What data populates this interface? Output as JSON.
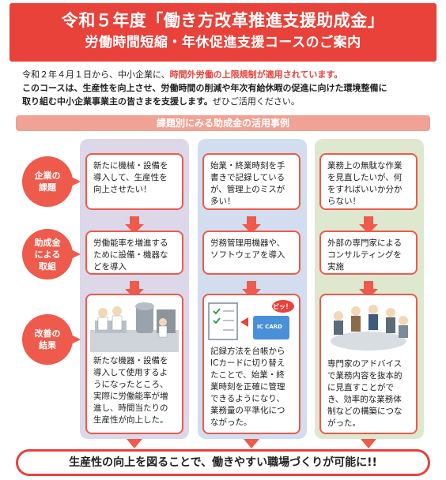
{
  "header": {
    "title": "令和５年度「働き方改革推進支援助成金」",
    "subtitle": "労働時間短縮・年休促進支援コースのご案内"
  },
  "intro": {
    "line1_prefix": "令和２年４月１日から、中小企業に、",
    "line1_highlight": "時間外労働の上限規制が適用されています。",
    "line2_bold": "このコースは、生産性を向上させ、労働時間の削減や年次有給休暇の促進に向けた環境整備に",
    "line3_bold": "取り組む中小企業事業主の皆さまを支援します。",
    "line3_suffix": "ぜひご活用ください。"
  },
  "section_title": "課題別にみる助成金の活用事例",
  "row_labels": {
    "issue": "企業の\n課題",
    "measure": "助成金\nによる\n取組",
    "result": "改善の\n結果"
  },
  "columns": [
    {
      "issue": "新たに機械・設備を導入して、生産性を向上させたい！",
      "measure": "労働能率を増進するために設備・機器などを導入",
      "result": "新たな機器・設備を導入して使用するようになったところ、実際に労働能率が増進し、時間当たりの生産性が向上した。"
    },
    {
      "issue": "始業・終業時刻を手書きで記録しているが、管理上のミスが多い！",
      "measure": "労務管理用機器や、ソフトウェアを導入",
      "result": "記録方法を台帳からICカードに切り替えたことで、始業・終業時刻を正確に管理できるようになり、業務量の平準化につながった。",
      "illus_bubble": "ピッ！",
      "illus_card": "IC CARD"
    },
    {
      "issue": "業務上の無駄な作業を見直したいが、何をすればいいか分からない！",
      "measure": "外部の専門家によるコンサルティングを実施",
      "result": "専門家のアドバイスで業務内容を抜本的に見直すことができ、効率的な業務体制などの構築につながった。"
    }
  ],
  "footer": "生産性の向上を図ることで、働きやすい職場づくりが可能に!!",
  "colors": {
    "accent_red": "#e8423a",
    "col1_bg": "#ddd7ea",
    "col2_bg": "#d2deef",
    "col3_bg": "#dde8cf"
  }
}
